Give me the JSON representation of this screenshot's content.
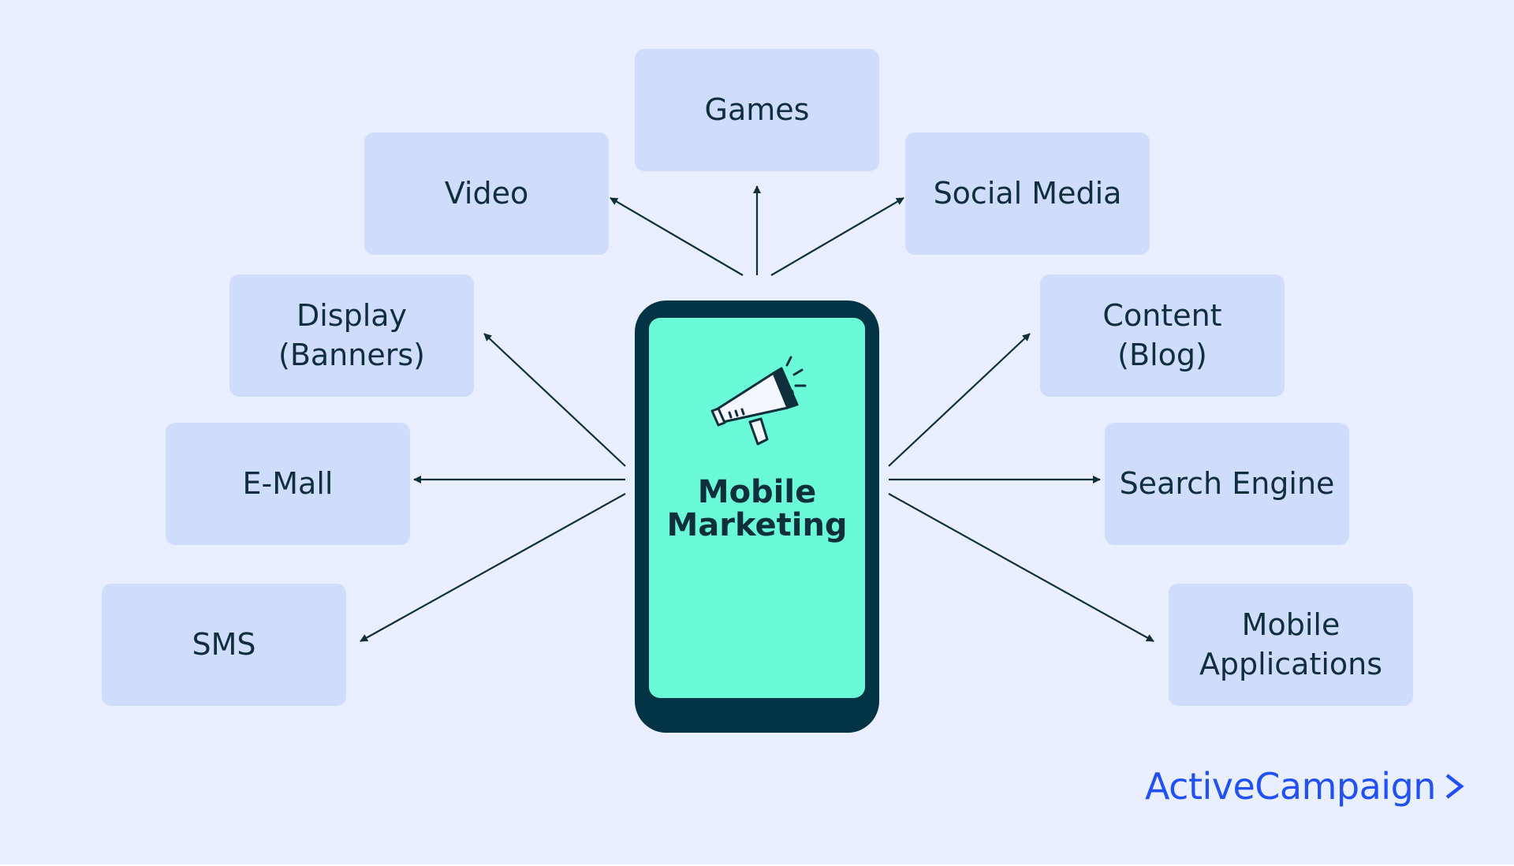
{
  "center": {
    "title_line1": "Mobile",
    "title_line2": "Marketing"
  },
  "channels": {
    "games": "Games",
    "video": "Video",
    "social_media": "Social Media",
    "display": {
      "line1": "Display",
      "line2": "(Banners)"
    },
    "content": {
      "line1": "Content",
      "line2": "(Blog)"
    },
    "email": "E-Mall",
    "search_engine": "Search Engine",
    "sms": "SMS",
    "mobile_applications": {
      "line1": "Mobile",
      "line2": "Applications"
    }
  },
  "brand": {
    "name": "ActiveCampaign",
    "icon": "chevron-right-icon"
  },
  "colors": {
    "background": "#e9effe",
    "box": "#d0dcfc",
    "phone_body": "#023445",
    "phone_screen": "#6bfad7",
    "text": "#0f2f3d",
    "brand": "#2151f5"
  },
  "icons": {
    "center": "megaphone-icon"
  }
}
